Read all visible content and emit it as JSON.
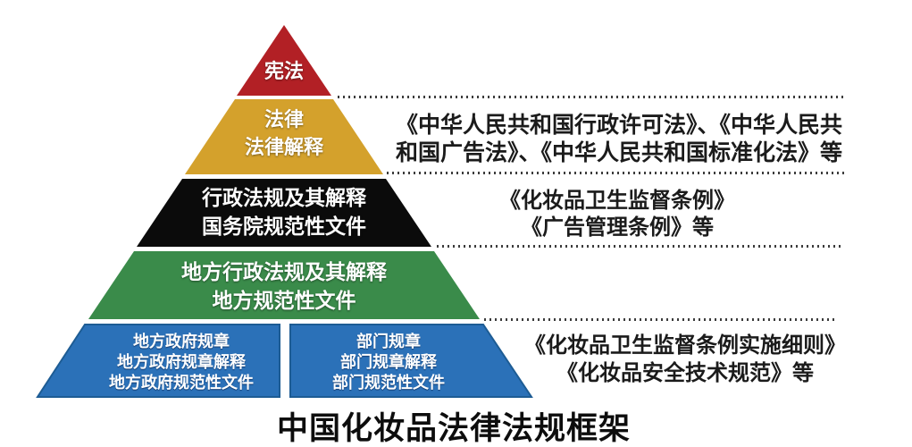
{
  "title": "中国化妆品法律法规框架",
  "levels": [
    {
      "name": "constitution",
      "color": "#b22025",
      "lines": [
        "宪法"
      ]
    },
    {
      "name": "laws",
      "color": "#d4a12c",
      "lines": [
        "法律",
        "法律解释"
      ]
    },
    {
      "name": "administrative-regulations",
      "color": "#0b0b0b",
      "lines": [
        "行政法规及其解释",
        "国务院规范性文件"
      ]
    },
    {
      "name": "local-administrative-regulations",
      "color": "#3a8b4a",
      "lines": [
        "地方行政法规及其解释",
        "地方规范性文件"
      ]
    },
    {
      "name": "local-government-rules",
      "color": "#2b71b8",
      "lines": [
        "地方政府规章",
        "地方政府规章解释",
        "地方政府规范性文件"
      ]
    },
    {
      "name": "department-rules",
      "color": "#2b71b8",
      "lines": [
        "部门规章",
        "部门规章解释",
        "部门规范性文件"
      ]
    }
  ],
  "annotations": [
    {
      "lines": [
        "《中华人民共和国行政许可法》、《中华人民共",
        "和国广告法》、《中华人民共和国标准化法》等"
      ]
    },
    {
      "lines": [
        "《化妆品卫生监督条例》",
        "《广告管理条例》等"
      ]
    },
    {
      "lines": [
        "《化妆品卫生监督条例实施细则》",
        "《化妆品安全技术规范》等"
      ]
    }
  ]
}
